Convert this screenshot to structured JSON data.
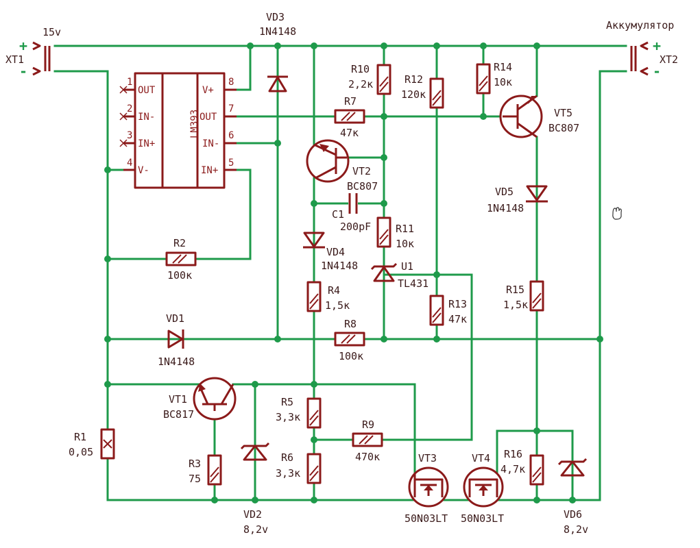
{
  "connectors": {
    "xt1": {
      "name": "XT1",
      "voltage": "15v",
      "plus": "+",
      "minus": "-"
    },
    "xt2": {
      "name": "XT2",
      "label": "Аккумулятор",
      "plus": "+",
      "minus": "-"
    }
  },
  "ic": {
    "name": "LM393",
    "pins_left": [
      {
        "num": "1",
        "label": "OUT"
      },
      {
        "num": "2",
        "label": "IN-"
      },
      {
        "num": "3",
        "label": "IN+"
      },
      {
        "num": "4",
        "label": "V-"
      }
    ],
    "pins_right": [
      {
        "num": "8",
        "label": "V+"
      },
      {
        "num": "7",
        "label": "OUT"
      },
      {
        "num": "6",
        "label": "IN-"
      },
      {
        "num": "5",
        "label": "IN+"
      }
    ]
  },
  "components": {
    "vd3": {
      "name": "VD3",
      "value": "1N4148"
    },
    "vd1": {
      "name": "VD1",
      "value": "1N4148"
    },
    "vd4": {
      "name": "VD4",
      "value": "1N4148"
    },
    "vd5": {
      "name": "VD5",
      "value": "1N4148"
    },
    "vd2": {
      "name": "VD2",
      "value": "8,2v"
    },
    "vd6": {
      "name": "VD6",
      "value": "8,2v"
    },
    "r1": {
      "name": "R1",
      "value": "0,05"
    },
    "r2": {
      "name": "R2",
      "value": "100к"
    },
    "r3": {
      "name": "R3",
      "value": "75"
    },
    "r4": {
      "name": "R4",
      "value": "1,5к"
    },
    "r5": {
      "name": "R5",
      "value": "3,3к"
    },
    "r6": {
      "name": "R6",
      "value": "3,3к"
    },
    "r7": {
      "name": "R7",
      "value": "47к"
    },
    "r8": {
      "name": "R8",
      "value": "100к"
    },
    "r9": {
      "name": "R9",
      "value": "470к"
    },
    "r10": {
      "name": "R10",
      "value": "2,2к"
    },
    "r11": {
      "name": "R11",
      "value": "10к"
    },
    "r12": {
      "name": "R12",
      "value": "120к"
    },
    "r13": {
      "name": "R13",
      "value": "47к"
    },
    "r14": {
      "name": "R14",
      "value": "10к"
    },
    "r15": {
      "name": "R15",
      "value": "1,5к"
    },
    "r16": {
      "name": "R16",
      "value": "4,7к"
    },
    "c1": {
      "name": "C1",
      "value": "200pF"
    },
    "vt1": {
      "name": "VT1",
      "value": "BC817"
    },
    "vt2": {
      "name": "VT2",
      "value": "BC807"
    },
    "vt5": {
      "name": "VT5",
      "value": "BC807"
    },
    "vt3": {
      "name": "VT3",
      "value": "50N03LT"
    },
    "vt4": {
      "name": "VT4",
      "value": "50N03LT"
    },
    "u1": {
      "name": "U1",
      "value": "TL431"
    }
  },
  "colors": {
    "wire": "#1e9a4a",
    "component": "#8b1a1a"
  },
  "icons": {
    "cursor": "hand-cursor-icon"
  }
}
